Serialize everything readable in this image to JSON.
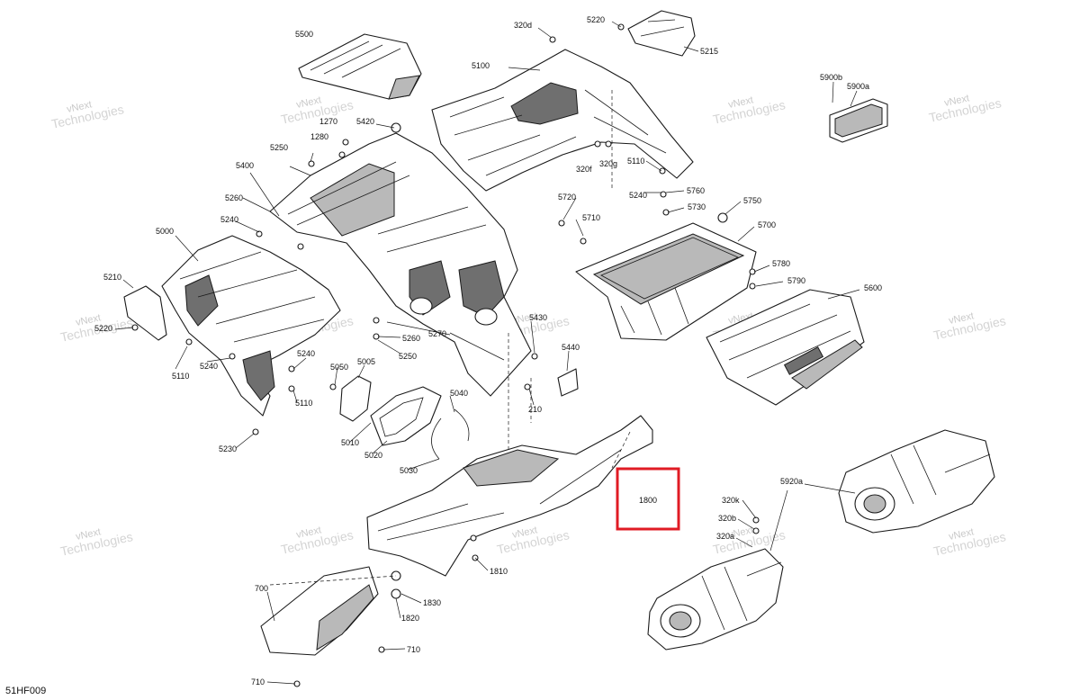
{
  "diagram_id": "51HF009",
  "watermark": {
    "line1": "vNext",
    "line2": "Technologies"
  },
  "highlight_color": "#e01b24",
  "callouts": [
    "5500",
    "320d",
    "5220",
    "5215",
    "5100",
    "1270",
    "5420",
    "1280",
    "5250",
    "320f",
    "320g",
    "5110",
    "5400",
    "5240",
    "5760",
    "5720",
    "5710",
    "5730",
    "5750",
    "5260",
    "5240",
    "5000",
    "5700",
    "5780",
    "5790",
    "5210",
    "5600",
    "5220",
    "5430",
    "5260",
    "5250",
    "5270",
    "5440",
    "5240",
    "5050",
    "5005",
    "5240",
    "5110",
    "5110",
    "210",
    "5040",
    "5010",
    "5020",
    "5030",
    "5230",
    "1800",
    "5920a",
    "320k",
    "320b",
    "320a",
    "1810",
    "700",
    "1830",
    "1820",
    "710",
    "710",
    "5900b",
    "5900a"
  ]
}
